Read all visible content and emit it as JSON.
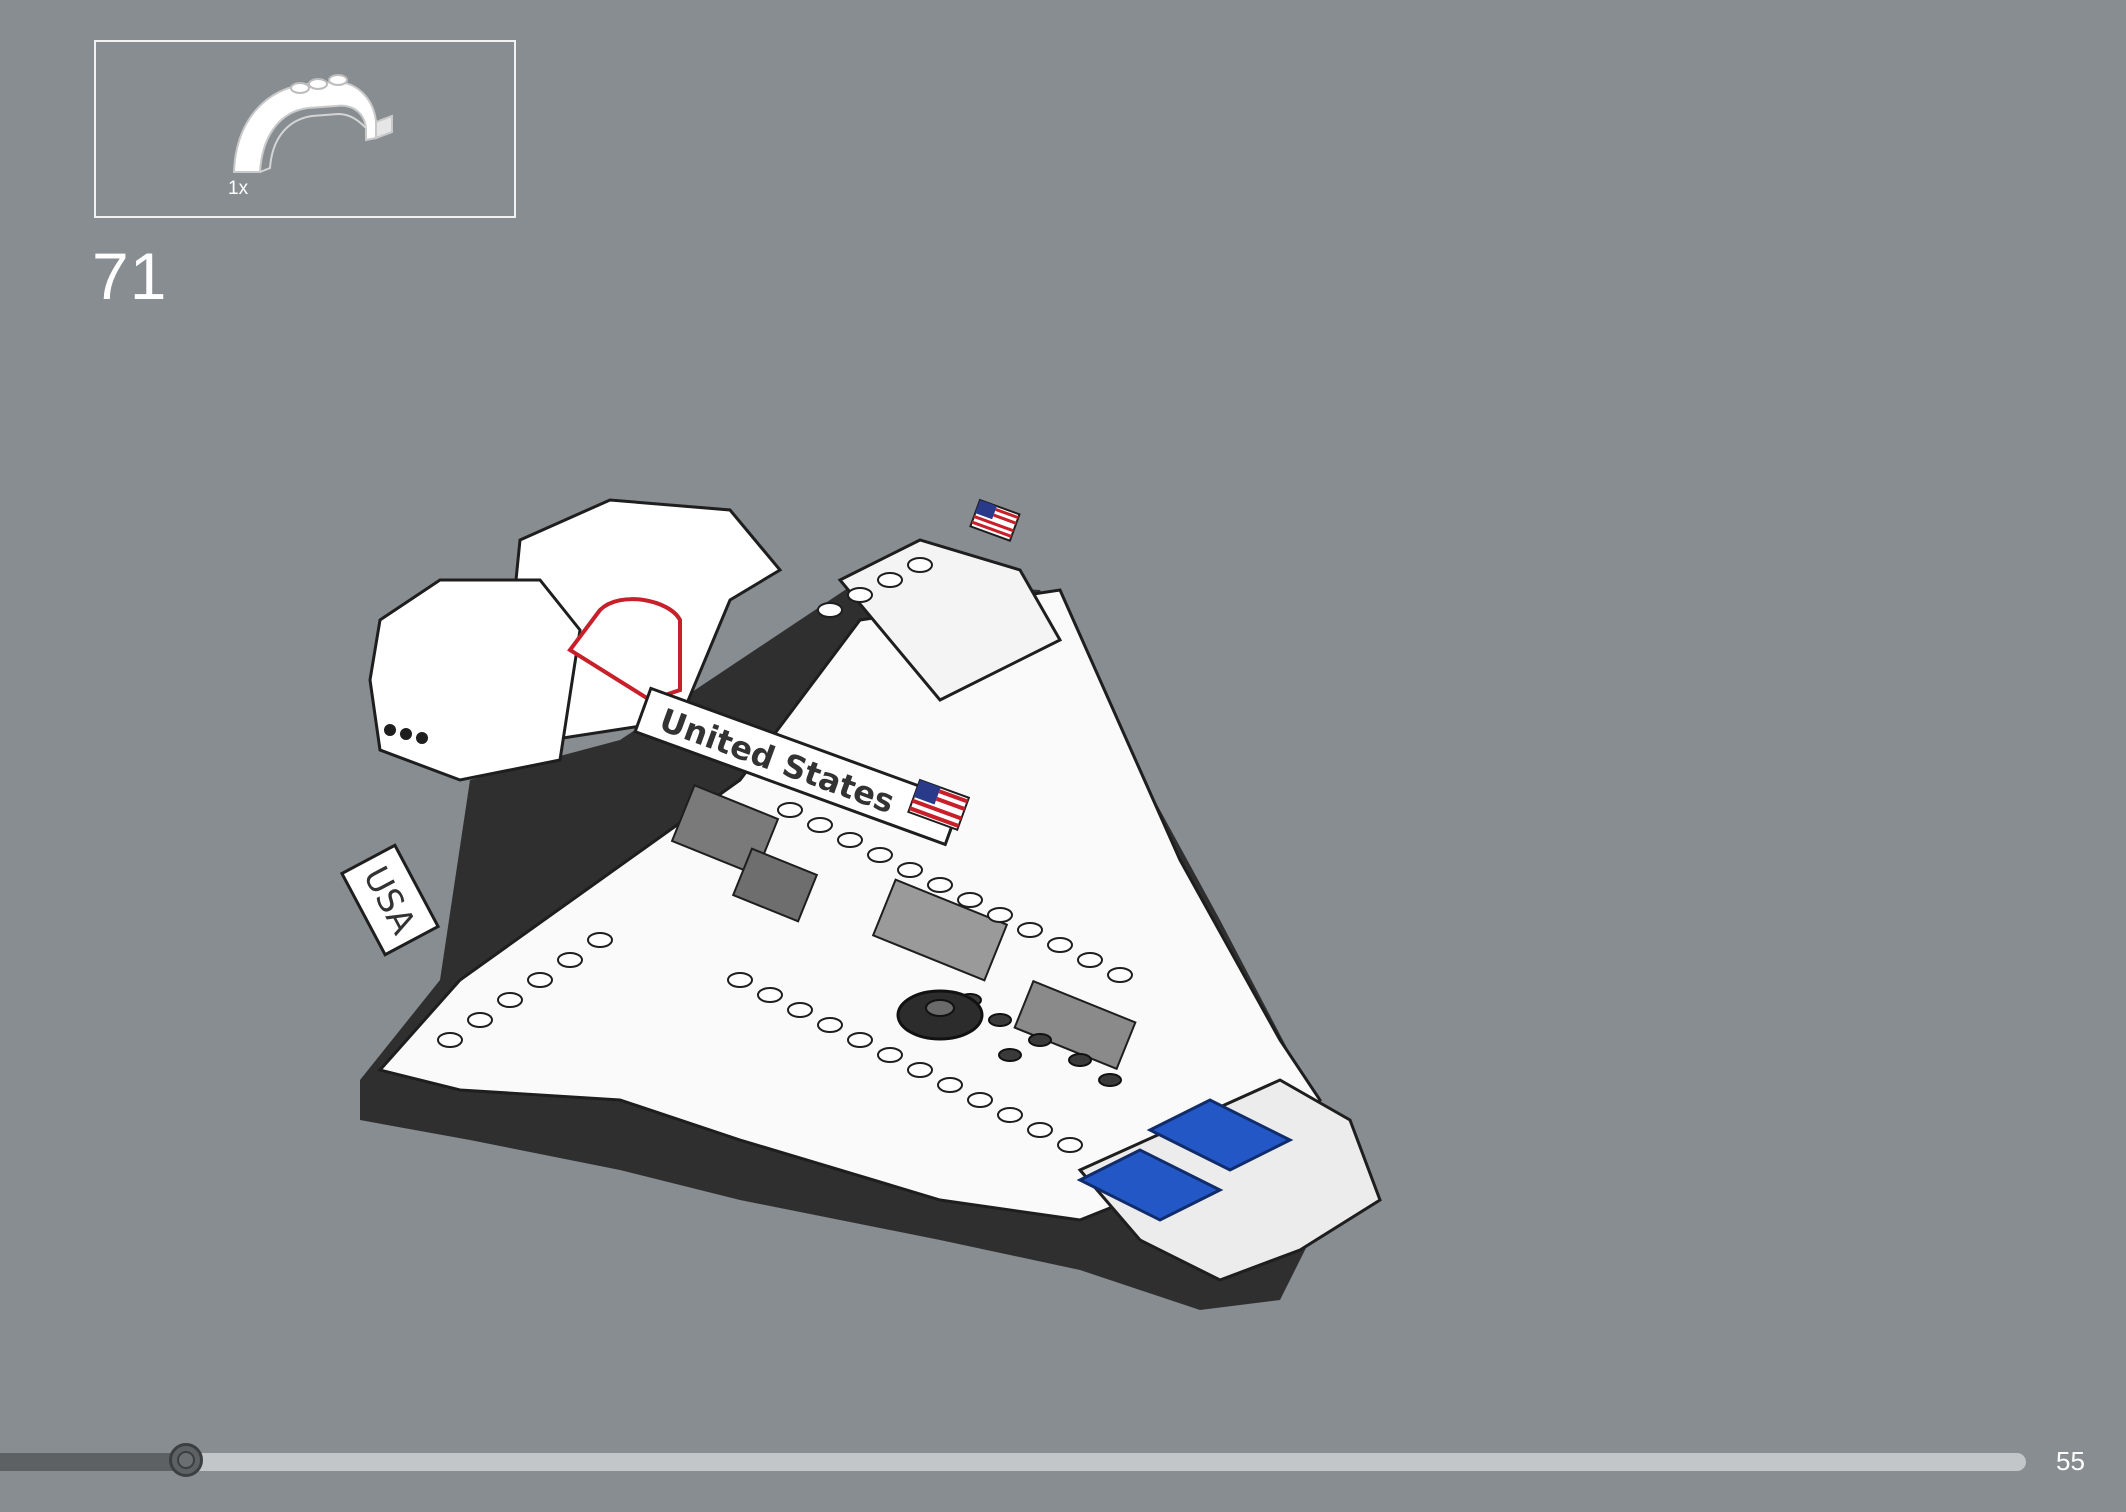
{
  "parts_callout": {
    "quantity": "1x",
    "part_icon": "white-arch-brick-icon"
  },
  "step": {
    "number": "71"
  },
  "model": {
    "decal_usa": "USA",
    "decal_united_states": "United States",
    "highlight_color": "#c8202a",
    "accent_blue": "#2357c6"
  },
  "progress": {
    "fraction": 0.092
  },
  "page": {
    "number": "55"
  }
}
